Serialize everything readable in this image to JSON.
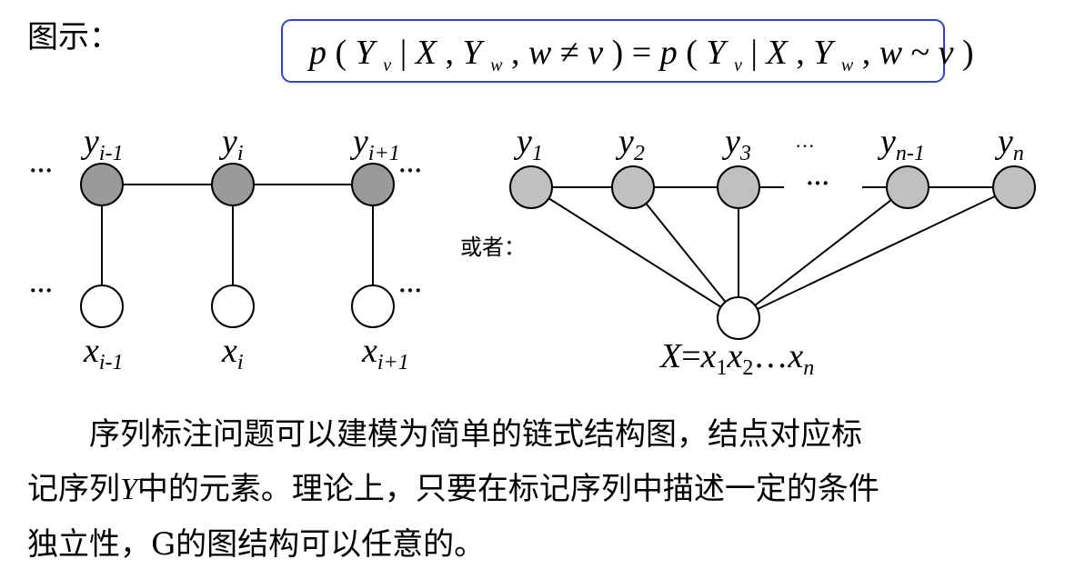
{
  "slide_label": "图示：",
  "formula": {
    "lhs_p": "p",
    "lhs_open": "(",
    "lhs_Y": "Y",
    "lhs_v": "v",
    "lhs_bar": " | ",
    "lhs_X": "X",
    "lhs_comma1": ",",
    "lhs_Yw": "Y",
    "lhs_w": "w",
    "lhs_comma2": ",",
    "lhs_w2": "w",
    "lhs_neq": " ≠ ",
    "lhs_v2": "v",
    "lhs_close": ")",
    "equals": " = ",
    "rhs_p": "p",
    "rhs_open": "(",
    "rhs_Y": "Y",
    "rhs_v": "v",
    "rhs_bar": " | ",
    "rhs_X": "X",
    "rhs_comma1": ",",
    "rhs_Yw": "Y",
    "rhs_w": "w",
    "rhs_comma2": ",",
    "rhs_w2": "w",
    "rhs_sim": " ~ ",
    "rhs_v2": "v",
    "rhs_close": ")",
    "border_color": "#3344cc"
  },
  "left_graph": {
    "y_labels": [
      {
        "base": "y",
        "sub": "i-1"
      },
      {
        "base": "y",
        "sub": "i"
      },
      {
        "base": "y",
        "sub": "i+1"
      }
    ],
    "x_labels": [
      {
        "base": "x",
        "sub": "i-1"
      },
      {
        "base": "x",
        "sub": "i"
      },
      {
        "base": "x",
        "sub": "i+1"
      }
    ],
    "ellipsis": "···",
    "y_node_color": "#9a9a9a"
  },
  "or_label": "或者：",
  "right_graph": {
    "y_labels": [
      {
        "base": "y",
        "sub": "1"
      },
      {
        "base": "y",
        "sub": "2"
      },
      {
        "base": "y",
        "sub": "3"
      },
      {
        "base": "y",
        "sub": "n-1"
      },
      {
        "base": "y",
        "sub": "n"
      }
    ],
    "top_ellipsis": "···",
    "mid_ellipsis": "···",
    "x_label": {
      "X": "X",
      "eq": "=",
      "x1": "x",
      "s1": "1",
      "x2": "x",
      "s2": "2",
      "dots": "…",
      "xn": "x",
      "sn": "n"
    },
    "y_node_color": "#c0c0c0"
  },
  "paragraph": {
    "line1": "序列标注问题可以建模为简单的链式结构图，结点对应标",
    "line2_a": "记序列",
    "line2_y": "Y",
    "line2_b": "中的元素。理论上，只要在标记序列中描述一定的条件",
    "line3": "独立性，G的图结构可以任意的。"
  }
}
